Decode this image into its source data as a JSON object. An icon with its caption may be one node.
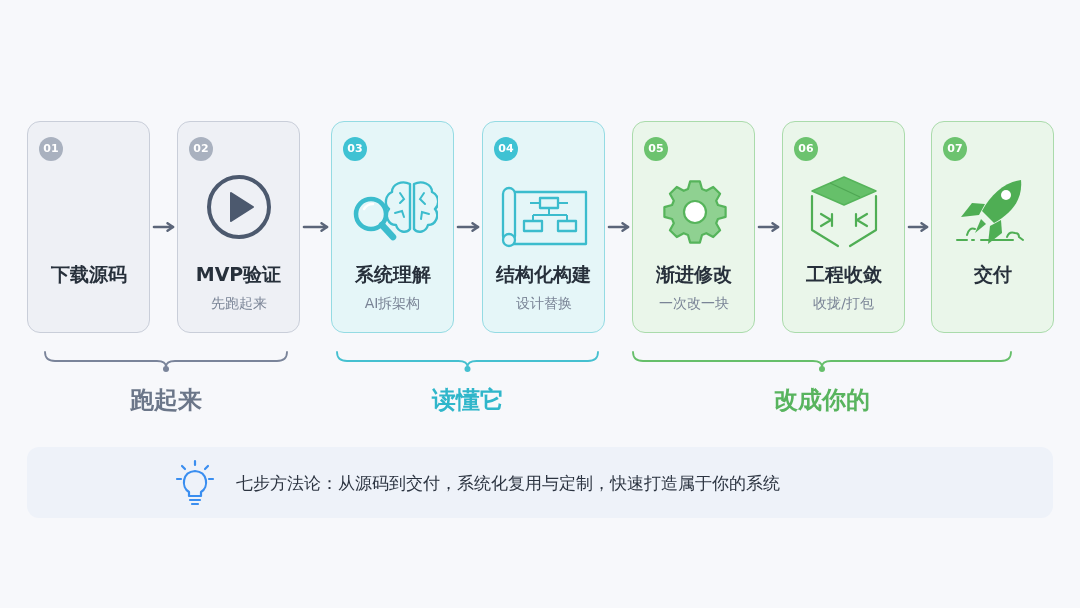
{
  "diagram": {
    "nodes": [
      {
        "text": [
          "01",
          "下载源码"
        ]
      },
      {
        "text": [
          "02",
          "MVP验证",
          "先跑起来"
        ]
      },
      {
        "text": [
          "03",
          "系统理解",
          "AI拆架构"
        ]
      },
      {
        "text": [
          "04",
          "结构化构建",
          "设计替换"
        ]
      },
      {
        "text": [
          "05",
          "渐进修改",
          "一次改一块"
        ]
      },
      {
        "text": [
          "06",
          "工程收敛",
          "收拢/打包"
        ]
      },
      {
        "text": [
          "07",
          "交付"
        ]
      },
      {
        "text": [
          "七步方法论：从源码到交付，系统化复用与定制，快速打造属于你的系统"
        ]
      }
    ],
    "edges": [
      {
        "from": 0,
        "to": 1,
        "arrow": "to"
      },
      {
        "from": 1,
        "to": 2,
        "arrow": "to"
      },
      {
        "from": 2,
        "to": 3,
        "arrow": "to"
      },
      {
        "from": 3,
        "to": 4,
        "arrow": "to"
      },
      {
        "from": 4,
        "to": 5,
        "arrow": "to"
      },
      {
        "from": 5,
        "to": 6,
        "arrow": "to"
      }
    ],
    "labels": [
      "跑起来",
      "读懂它",
      "改成你的"
    ]
  }
}
